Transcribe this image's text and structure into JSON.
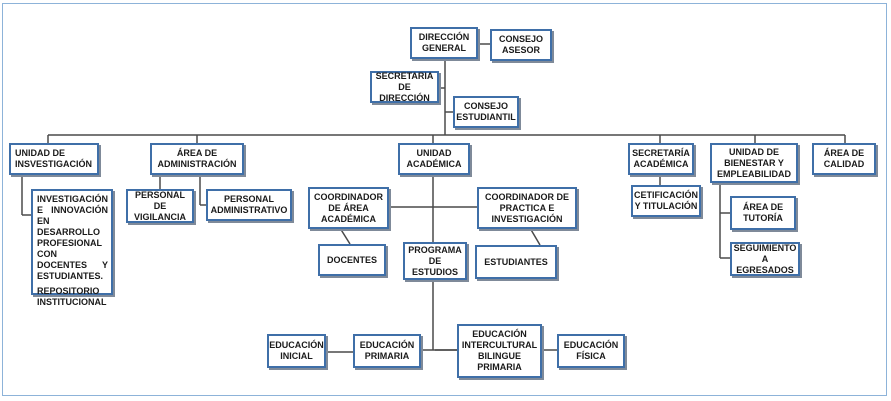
{
  "boxes": {
    "direccion_general": "DIRECCIÓN\nGENERAL",
    "consejo_asesor": "CONSEJO\nASESOR",
    "secretaria_direccion": "SECRETARIA\nDE DIRECCIÓN",
    "consejo_estudiantil": "CONSEJO\nESTUDIANTIL",
    "unidad_investigacion": "UNIDAD DE\nINSVESTIGACIÓN",
    "area_administracion": "ÁREA DE\nADMINISTRACIÓN",
    "unidad_academica": "UNIDAD\nACADÉMICA",
    "secretaria_academica": "SECRETARÍA\nACADÉMICA",
    "unidad_bienestar": "UNIDAD DE\nBIENESTAR Y\nEMPLEABILIDAD",
    "area_calidad": "ÁREA DE\nCALIDAD",
    "investigacion_innovacion": "INVESTIGACIÓN E INNOVACIÓN EN DESARROLLO PROFESIONAL CON DOCENTES Y ESTUDIANTES.",
    "repositorio": "REPOSITORIO INSTITUCIONAL",
    "personal_vigilancia": "PERSONAL DE\nVIGILANCIA",
    "personal_administrativo": "PERSONAL\nADMINISTRATIVO",
    "coordinador_area": "COORDINADOR\nDE ÁREA\nACADÉMICA",
    "coordinador_practica": "COORDINADOR DE\nPRACTICA E\nINVESTIGACIÓN",
    "docentes": "DOCENTES",
    "programa_estudios": "PROGRAMA\nDE ESTUDIOS",
    "estudiantes": "ESTUDIANTES",
    "certificacion": "CETIFICACIÓN\nY TITULACIÓN",
    "area_tutoria": "ÁREA DE\nTUTORÍA",
    "seguimiento": "SEGUIMIENTO\nA EGRESADOS",
    "educacion_inicial": "EDUCACIÓN\nINICIAL",
    "educacion_primaria": "EDUCACIÓN\nPRIMARIA",
    "educacion_intercultural": "EDUCACIÓN\nINTERCULTURAL\nBILINGUE\nPRIMARIA",
    "educacion_fisica": "EDUCACIÓN\nFÍSICA"
  },
  "colors": {
    "box_border": "#3f6fa8",
    "line": "#4a4a4a",
    "frame": "#8db3d9"
  }
}
